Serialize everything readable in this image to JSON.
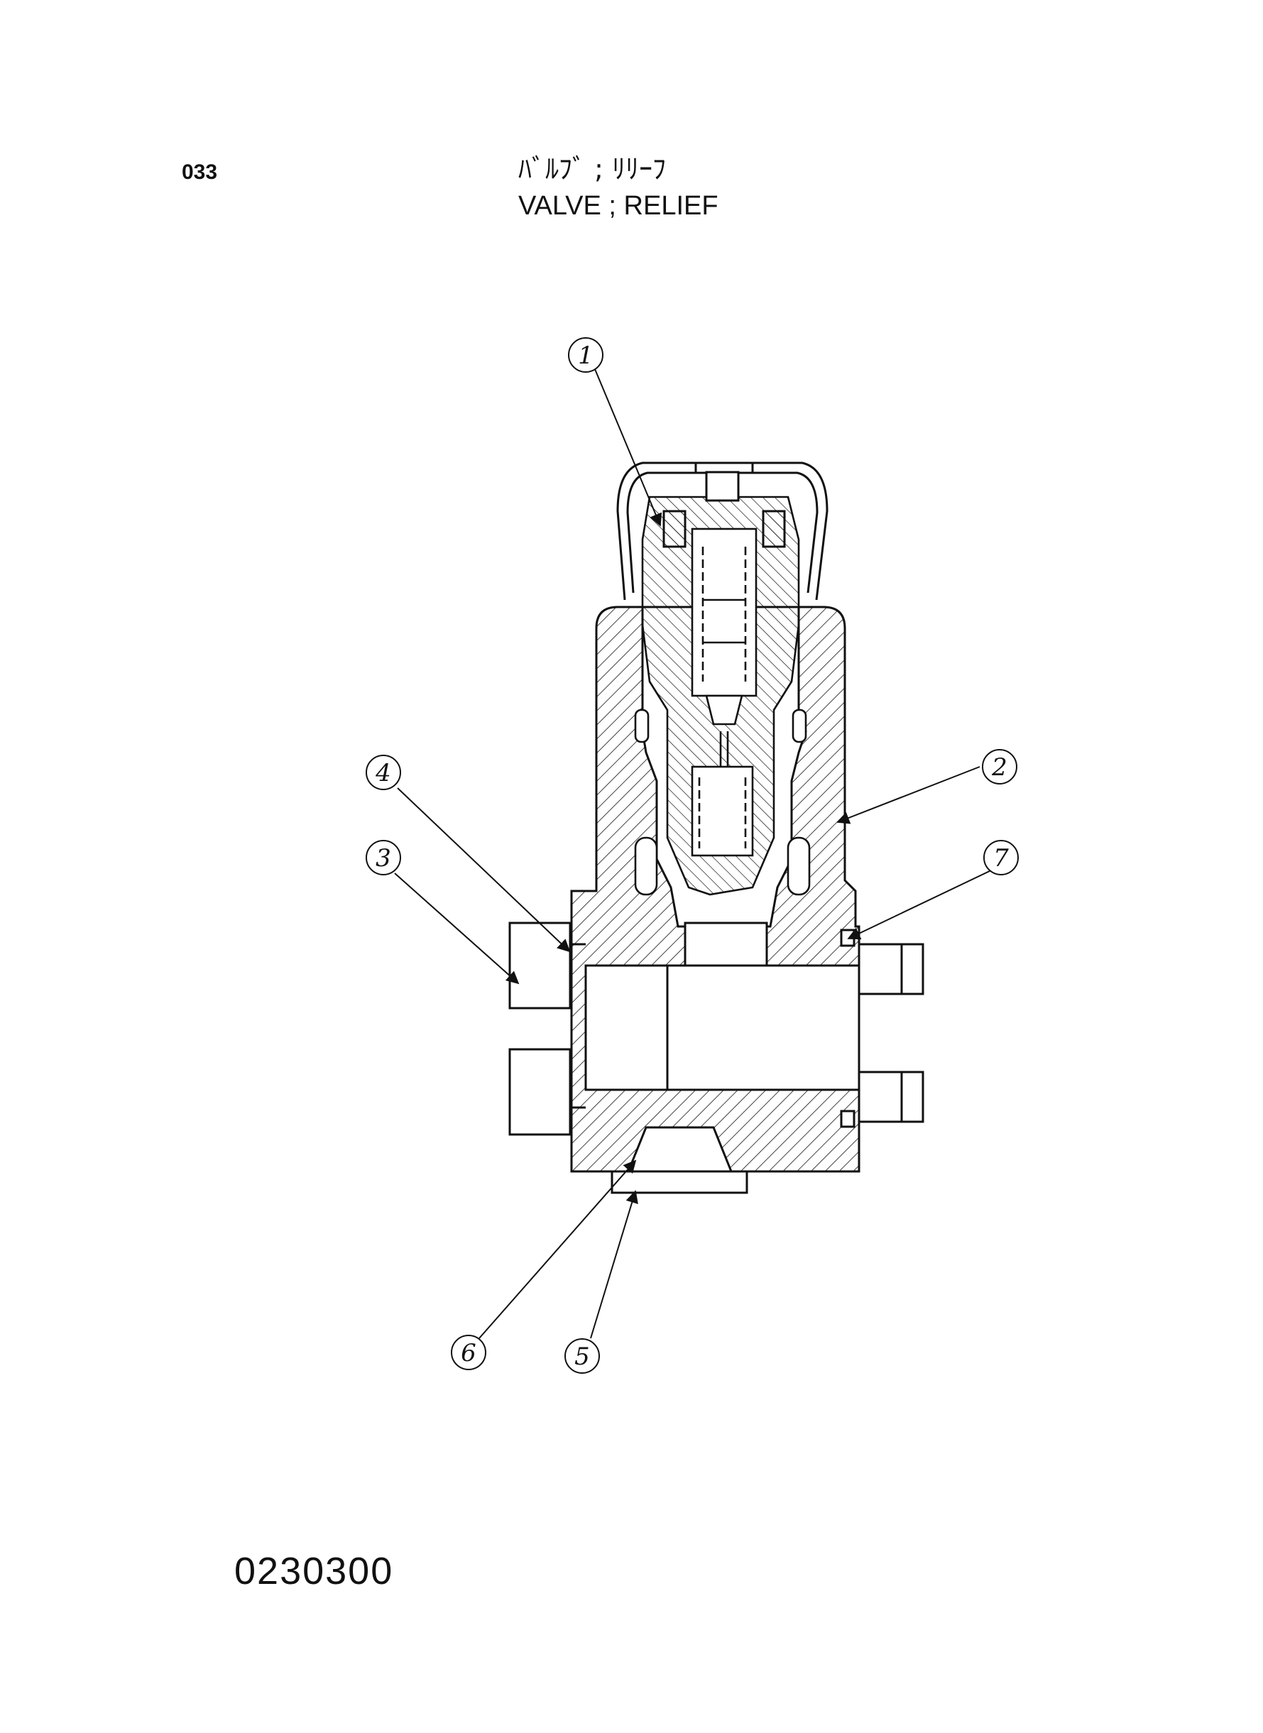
{
  "page": {
    "number": "033",
    "title_jp": "ﾊﾞﾙﾌﾞ ; ﾘﾘｰﾌ",
    "title_en": "VALVE ; RELIEF",
    "figure_code": "0230300"
  },
  "callouts": [
    {
      "id": "1",
      "label": "1"
    },
    {
      "id": "2",
      "label": "2"
    },
    {
      "id": "3",
      "label": "3"
    },
    {
      "id": "4",
      "label": "4"
    },
    {
      "id": "5",
      "label": "5"
    },
    {
      "id": "6",
      "label": "6"
    },
    {
      "id": "7",
      "label": "7"
    }
  ],
  "colors": {
    "ink": "#111111",
    "paper": "#ffffff"
  }
}
